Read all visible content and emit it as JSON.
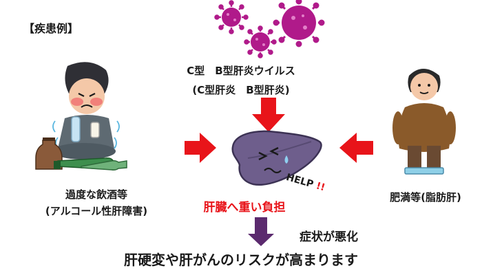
{
  "heading": "【疾患例】",
  "virus": {
    "caption_line1": "C型　B型肝炎ウイルス",
    "caption_line2": "(C型肝炎　B型肝炎)"
  },
  "alcohol": {
    "label_line1": "過度な飲酒等",
    "label_line2": "(アルコール性肝障害)"
  },
  "obesity": {
    "label": "肥満等(脂肪肝)"
  },
  "liver": {
    "help_text": "HELP",
    "help_marks": "!!",
    "burden_label": "肝臓へ重い負担"
  },
  "outcome": {
    "worsen_label": "症状が悪化",
    "risk_label": "肝硬変や肝がんのリスクが高まります"
  },
  "colors": {
    "arrow_red": "#e8141a",
    "outcome_arrow_purple": "#5b2a6e",
    "virus_magenta": "#b01a8a",
    "liver_purple": "#6e5e8c"
  }
}
